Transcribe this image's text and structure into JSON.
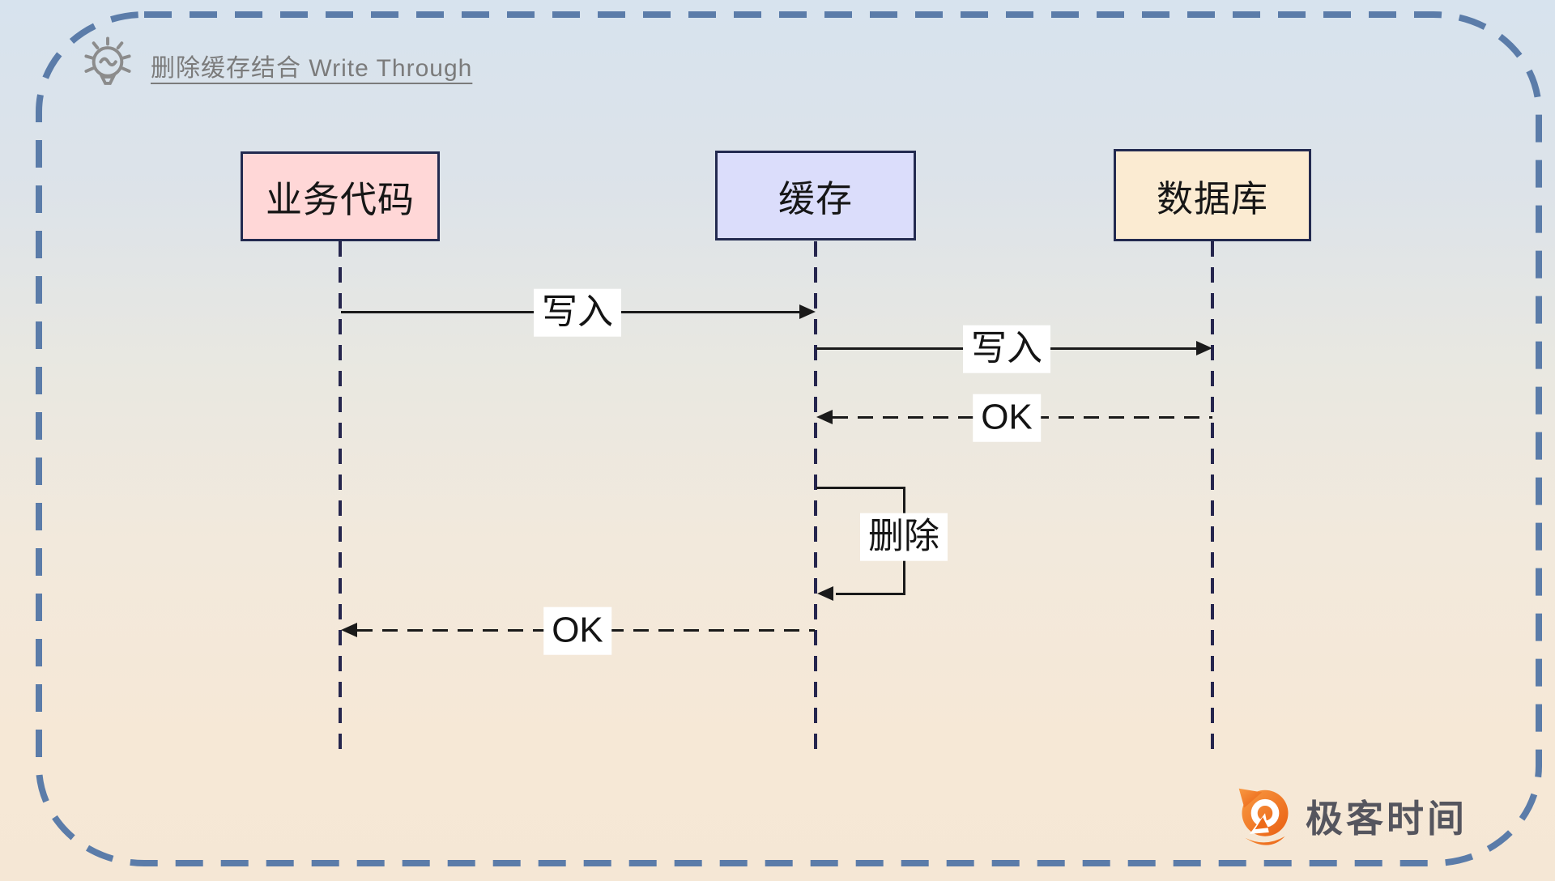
{
  "title": {
    "text": "删除缓存结合 Write Through",
    "icon": "lightbulb",
    "color": "#7B7B7B"
  },
  "diagram": {
    "type": "sequence-diagram",
    "actors": [
      {
        "label": "业务代码",
        "fill": "#FFD7D7"
      },
      {
        "label": "缓存",
        "fill": "#DBDDFB"
      },
      {
        "label": "数据库",
        "fill": "#FBEBD2"
      }
    ],
    "messages": [
      {
        "label": "写入",
        "from": "业务代码",
        "to": "缓存",
        "line": "solid"
      },
      {
        "label": "写入",
        "from": "缓存",
        "to": "数据库",
        "line": "solid"
      },
      {
        "label": "OK",
        "from": "数据库",
        "to": "缓存",
        "line": "dashed"
      },
      {
        "label": "删除",
        "from": "缓存",
        "to": "缓存",
        "line": "self-loop"
      },
      {
        "label": "OK",
        "from": "缓存",
        "to": "业务代码",
        "line": "dashed"
      }
    ]
  },
  "logo": {
    "text": "极客时间"
  },
  "colors": {
    "frame_border": "#5B7CA9",
    "actor_border": "#232A50",
    "lifeline": "#26264E",
    "arrow": "#1A1A1A",
    "bg_top": "#D7E3EE",
    "bg_bottom": "#F5E7D5",
    "logo_orange": "#EF7120",
    "logo_text": "#55555E"
  }
}
